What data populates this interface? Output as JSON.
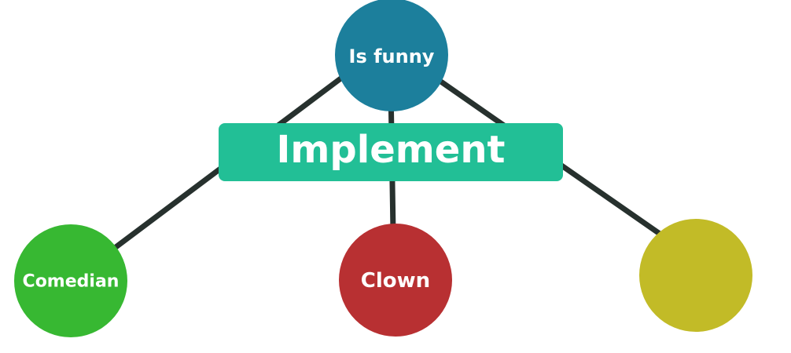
{
  "diagram": {
    "root": {
      "label": "Is funny",
      "color": "#1c7f9c"
    },
    "banner": {
      "label": "Implement",
      "color": "#22bf96"
    },
    "children": [
      {
        "label": "Comedian",
        "color": "#37b832"
      },
      {
        "label": "Clown",
        "color": "#b83032"
      },
      {
        "label": "",
        "color": "#c2bb27"
      }
    ],
    "connector_color": "#27312e"
  }
}
